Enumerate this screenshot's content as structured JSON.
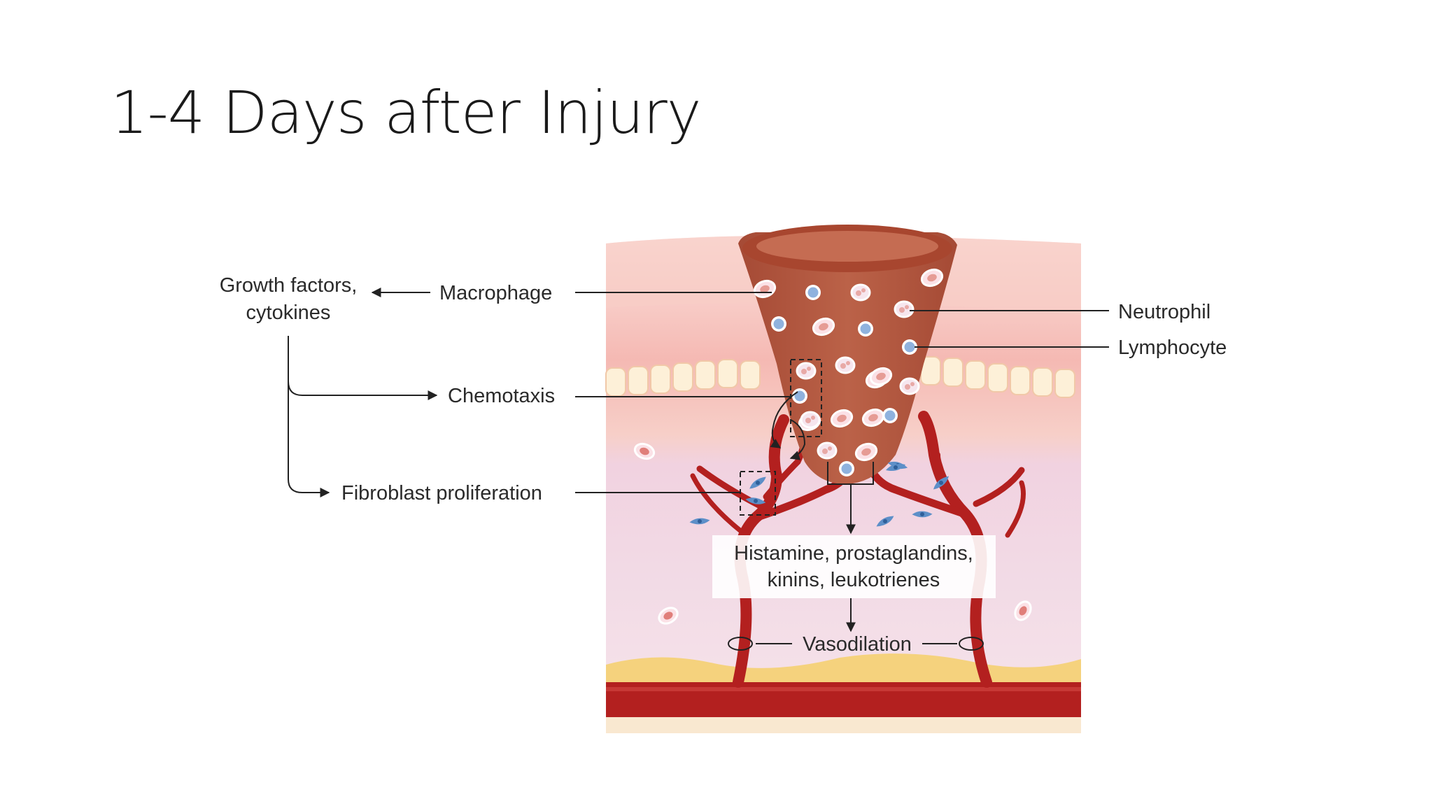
{
  "slide": {
    "title": "1-4 Days after Injury"
  },
  "diagram": {
    "labels": {
      "growth_factors_line1": "Growth factors,",
      "growth_factors_line2": "cytokines",
      "macrophage": "Macrophage",
      "chemotaxis": "Chemotaxis",
      "fibroblast": "Fibroblast proliferation",
      "neutrophil": "Neutrophil",
      "lymphocyte": "Lymphocyte",
      "mediators_line1": "Histamine, prostaglandins,",
      "mediators_line2": "kinins, leukotrienes",
      "vasodilation": "Vasodilation"
    },
    "colors": {
      "wound": "#b0563f",
      "vessel": "#b3201f",
      "skin_top": "#f6c7c1",
      "dermis": "#f0d6e4",
      "fat": "#f5d27d",
      "cell_blue": "#8fb2de",
      "fibroblast": "#5d8fc8"
    }
  }
}
